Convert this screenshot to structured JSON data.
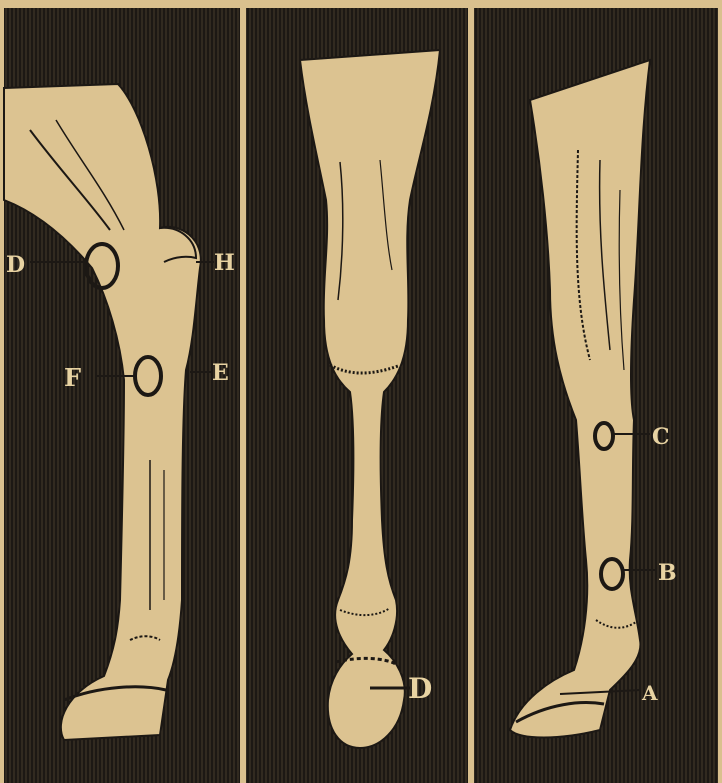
{
  "plate": {
    "colors": {
      "paper": "#d9c08e",
      "ink": "#1c1814",
      "limb": "#dcc391",
      "label": "#e8d3a2"
    },
    "panels": [
      {
        "name": "left-panel",
        "markers": [
          {
            "id": "D",
            "label": "D"
          },
          {
            "id": "H",
            "label": "H"
          },
          {
            "id": "F",
            "label": "F"
          },
          {
            "id": "E",
            "label": "E"
          }
        ]
      },
      {
        "name": "center-panel",
        "markers": [
          {
            "id": "D2",
            "label": "D"
          }
        ]
      },
      {
        "name": "right-panel",
        "markers": [
          {
            "id": "C",
            "label": "C"
          },
          {
            "id": "B",
            "label": "B"
          },
          {
            "id": "A",
            "label": "A"
          }
        ]
      }
    ]
  }
}
